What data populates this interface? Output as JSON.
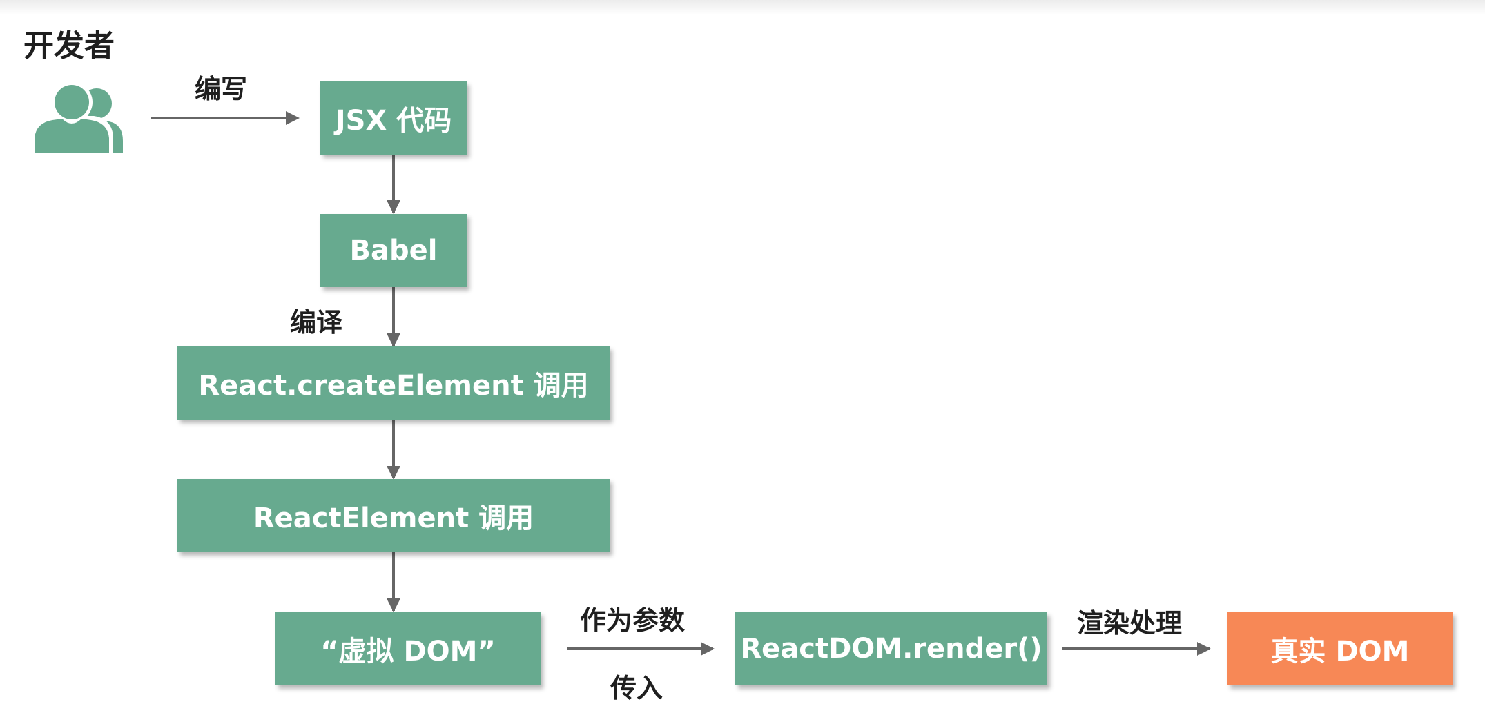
{
  "colors": {
    "node": "#67aa8f",
    "target": "#f78856",
    "arrow": "#666666",
    "icon": "#67aa8f"
  },
  "actor": {
    "label": "开发者",
    "icon": "users-icon"
  },
  "edges": {
    "write": "编写",
    "compile": "编译",
    "as_param": "作为参数",
    "pass_in": "传入",
    "render": "渲染处理"
  },
  "nodes": {
    "jsx": "JSX 代码",
    "babel": "Babel",
    "create_element": "React.createElement 调用",
    "react_element": "ReactElement 调用",
    "virtual_dom": "“虚拟 DOM”",
    "reactdom_render": "ReactDOM.render()",
    "real_dom": "真实 DOM"
  }
}
